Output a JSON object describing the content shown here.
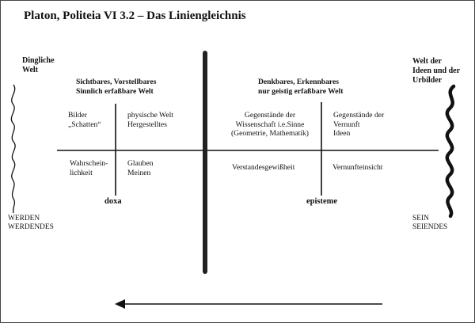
{
  "title": "Platon, Politeia VI 3.2 – Das Liniengleichnis",
  "left": {
    "heading": "Dingliche\nWelt",
    "bottom": "WERDEN\nWERDENDES"
  },
  "right": {
    "heading": "Welt der\nIdeen und der\nUrbilder",
    "bottom": "SEIN\nSEIENDES"
  },
  "sections": {
    "visible_heading": "Sichtbares, Vorstellbares\nSinnlich erfaßbare Welt",
    "intelligible_heading": "Denkbares, Erkennbares\nnur geistig erfaßbare Welt"
  },
  "upper": {
    "c1": "Bilder\n„Schatten“",
    "c2": "physische Welt\nHergestelltes",
    "c3": "Gegenstände der\nWissenschaft i.e.Sinne\n(Geometrie, Mathematik)",
    "c4": "Gegenstände der\nVernunft\nIdeen"
  },
  "lower": {
    "c1": "Wahrschein-\nlichkeit",
    "c2": "Glauben\nMeinen",
    "c3": "Verstandesgewißheit",
    "c4": "Vernunfteinsicht"
  },
  "terms": {
    "doxa": "doxa",
    "episteme": "episteme"
  },
  "arrow_direction": "right-to-left"
}
